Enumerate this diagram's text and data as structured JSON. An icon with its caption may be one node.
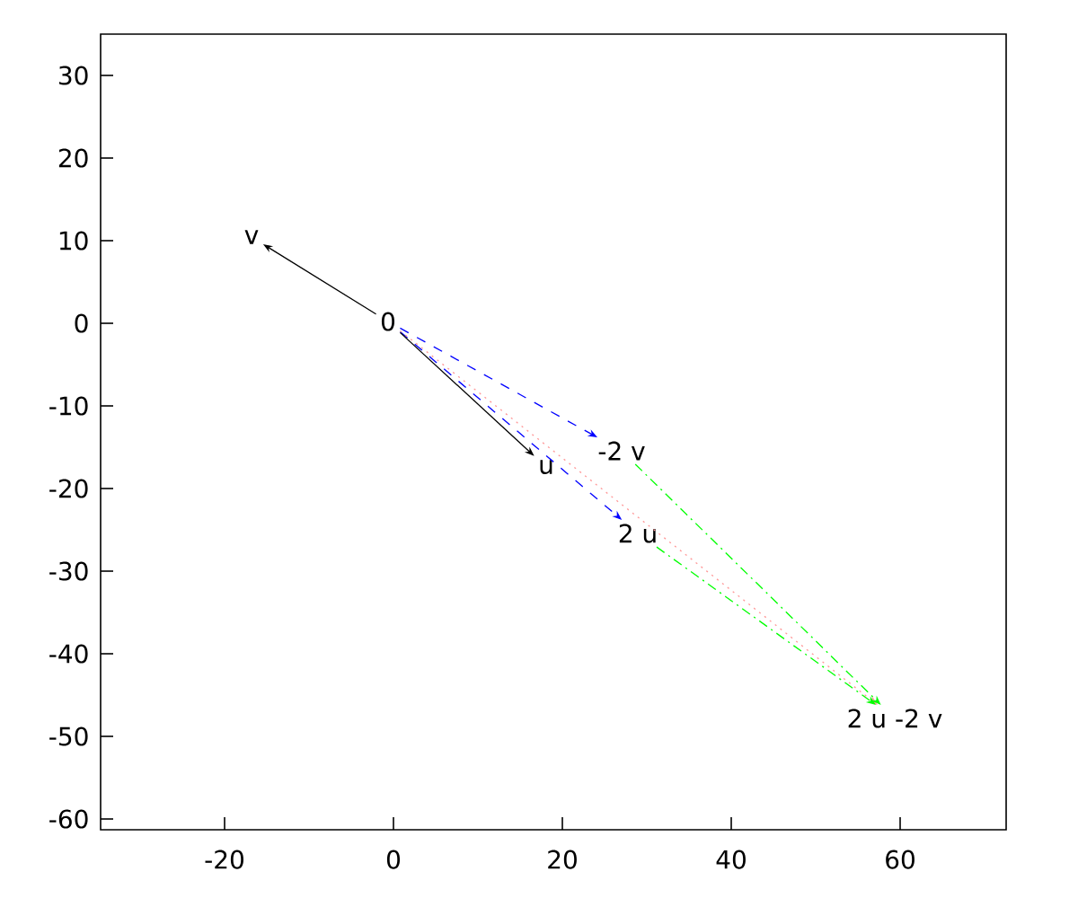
{
  "diagram": {
    "nodes": [
      {
        "text": [
          "0"
        ]
      },
      {
        "text": [
          "v"
        ]
      },
      {
        "text": [
          "u"
        ]
      },
      {
        "text": [
          "-2 v"
        ]
      },
      {
        "text": [
          "2 u"
        ]
      },
      {
        "text": [
          "2 u -2 v"
        ]
      }
    ],
    "edges": [
      {
        "from": 0,
        "to": 1,
        "arrow": "to"
      },
      {
        "from": 0,
        "to": 4,
        "arrow": "to",
        "style": "dashed",
        "color": "#0000ff"
      },
      {
        "from": 0,
        "to": 2,
        "arrow": "to"
      },
      {
        "from": 0,
        "to": 3,
        "arrow": "to",
        "style": "dashed",
        "color": "#0000ff"
      },
      {
        "from": 0,
        "to": 5,
        "arrow": "to",
        "style": "dashed",
        "color": "#ff9999"
      },
      {
        "from": 3,
        "to": 5,
        "arrow": "to",
        "style": "dashed",
        "color": "#00ff00"
      },
      {
        "from": 4,
        "to": 5,
        "arrow": "to",
        "style": "dashed",
        "color": "#00ff00"
      }
    ],
    "labels": [
      "30",
      "20",
      "10",
      "0",
      "-10",
      "-20",
      "-30",
      "-40",
      "-50",
      "-60",
      "-20",
      "0",
      "20",
      "40",
      "60"
    ]
  }
}
